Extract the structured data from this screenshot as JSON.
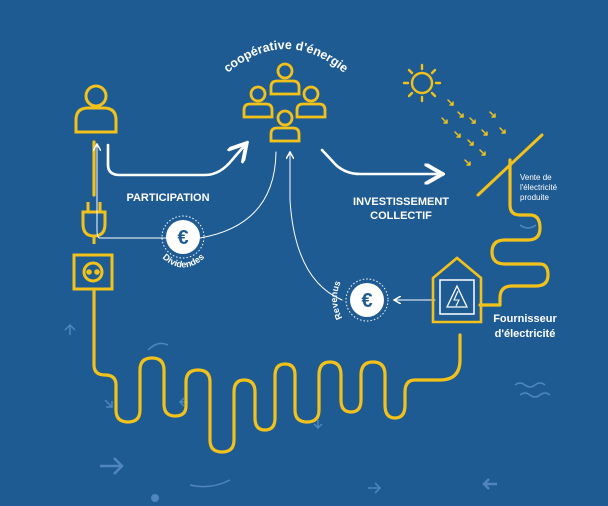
{
  "title": "coopérative d'énergie",
  "labels": {
    "participation": "PARTICIPATION",
    "investissement_line1": "INVESTISSEMENT",
    "investissement_line2": "COLLECTIF",
    "vente_line1": "Vente de",
    "vente_line2": "l'électricité",
    "vente_line3": "produite",
    "fournisseur_line1": "Fournisseur",
    "fournisseur_line2": "d'électricité",
    "dividendes": "Dividendes",
    "revenus": "Revenus",
    "euro": "€"
  },
  "colors": {
    "background": "#1f5b93",
    "accent_yellow": "#f2c21b",
    "text": "#ffffff",
    "faint_lines": "#4f86bb"
  },
  "icons": [
    "person-icon",
    "group-icon",
    "sun-icon",
    "solar-panel-icon",
    "plug-icon",
    "socket-icon",
    "euro-coin-icon",
    "power-station-icon"
  ]
}
